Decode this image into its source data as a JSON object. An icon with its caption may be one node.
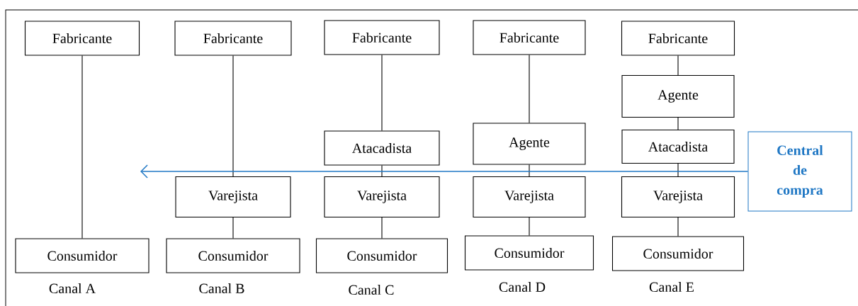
{
  "diagram": {
    "nodes": [
      {
        "text": [
          "Fabricante"
        ]
      },
      {
        "text": [
          "Consumidor"
        ]
      },
      {
        "text": [
          "Fabricante"
        ]
      },
      {
        "text": [
          "Varejista"
        ]
      },
      {
        "text": [
          "Consumidor"
        ]
      },
      {
        "text": [
          "Fabricante"
        ]
      },
      {
        "text": [
          "Atacadista"
        ]
      },
      {
        "text": [
          "Varejista"
        ]
      },
      {
        "text": [
          "Consumidor"
        ]
      },
      {
        "text": [
          "Fabricante"
        ]
      },
      {
        "text": [
          "Agente"
        ]
      },
      {
        "text": [
          "Varejista"
        ]
      },
      {
        "text": [
          "Consumidor"
        ]
      },
      {
        "text": [
          "Fabricante"
        ]
      },
      {
        "text": [
          "Agente"
        ]
      },
      {
        "text": [
          "Atacadista"
        ]
      },
      {
        "text": [
          "Varejista"
        ]
      },
      {
        "text": [
          "Consumidor"
        ]
      },
      {
        "text": [
          "Central de compra"
        ]
      }
    ],
    "edges": [
      {
        "from": 0,
        "to": 1,
        "arrow": "none"
      },
      {
        "from": 2,
        "to": 3,
        "arrow": "none"
      },
      {
        "from": 3,
        "to": 4,
        "arrow": "none"
      },
      {
        "from": 5,
        "to": 6,
        "arrow": "none"
      },
      {
        "from": 6,
        "to": 7,
        "arrow": "none"
      },
      {
        "from": 7,
        "to": 8,
        "arrow": "none"
      },
      {
        "from": 9,
        "to": 10,
        "arrow": "none"
      },
      {
        "from": 10,
        "to": 11,
        "arrow": "none"
      },
      {
        "from": 11,
        "to": 12,
        "arrow": "none"
      },
      {
        "from": 13,
        "to": 14,
        "arrow": "none"
      },
      {
        "from": 14,
        "to": 15,
        "arrow": "none"
      },
      {
        "from": 15,
        "to": 16,
        "arrow": "none"
      },
      {
        "from": 16,
        "to": 17,
        "arrow": "none"
      },
      {
        "from": 18,
        "to": null,
        "arrow": "to",
        "color": "#1f77c4"
      }
    ],
    "labels": [
      "Canal A",
      "Canal B",
      "Canal C",
      "Canal D",
      "Canal E"
    ]
  }
}
